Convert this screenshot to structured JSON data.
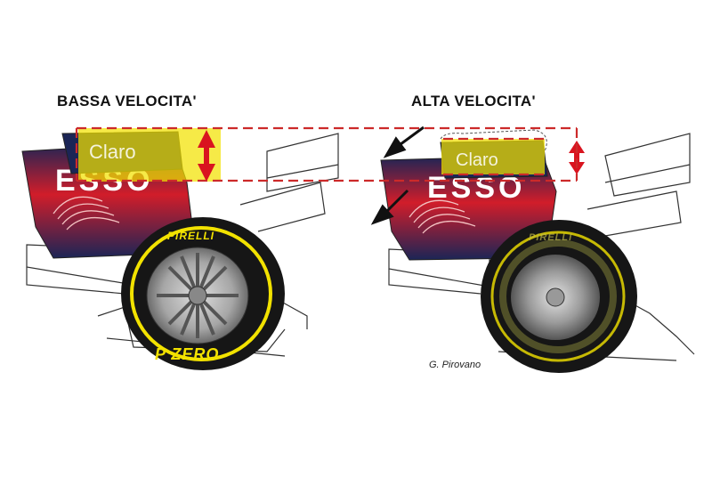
{
  "labels": {
    "low_speed": "BASSA VELOCITA'",
    "high_speed": "ALTA VELOCITA'"
  },
  "credit": "G. Pirovano",
  "tyre": {
    "brand": "PIRELLI",
    "model": "P ZERO"
  },
  "sponsors": {
    "top_wing": "Claro",
    "main_wing": "ESSO"
  },
  "icons": {
    "movement_arrow": "double-headed-arrow",
    "airflow_arrows": "arrow-icon"
  },
  "colors": {
    "dashed_lines": "#cc2a2a",
    "highlight": "#f2e200",
    "tyre_band": "#f2e200",
    "wing_blue": "#1b2556",
    "wing_red": "#d11d2a"
  }
}
